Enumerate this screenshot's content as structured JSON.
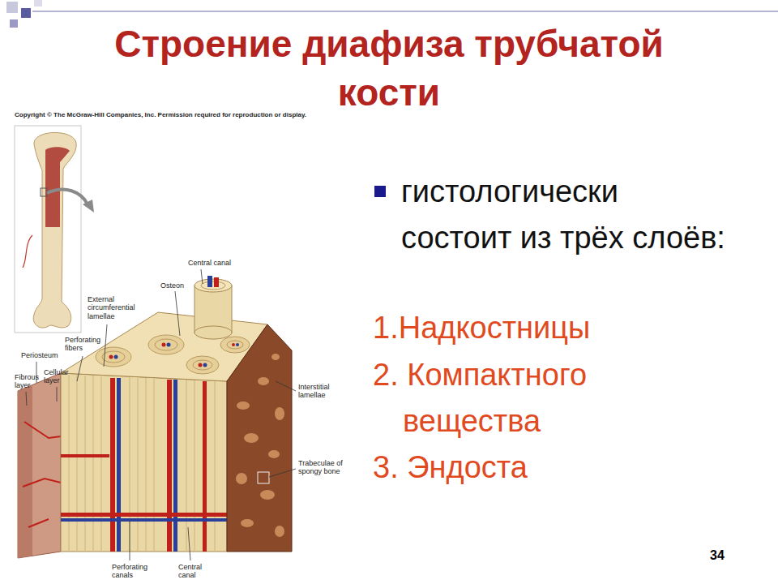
{
  "diagram": {
    "title": "Строение диафиза трубчатой кости",
    "labels": [
      "Copyright © The McGraw-Hill Companies, Inc. Permission required for reproduction or display.",
      "Central canal",
      "Osteon",
      "External circumferential lamellae",
      "Perforating fibers",
      "Periosteum",
      "Fibrous layer",
      "Cellular layer",
      "Interstitial lamellae",
      "Trabeculae of spongy bone",
      "Perforating canals",
      "Central canal",
      "гистологически состоит из трёх слоёв:",
      "1.Надкостницы",
      "2. Компактного вещества",
      "3. Эндоста",
      "34"
    ]
  }
}
